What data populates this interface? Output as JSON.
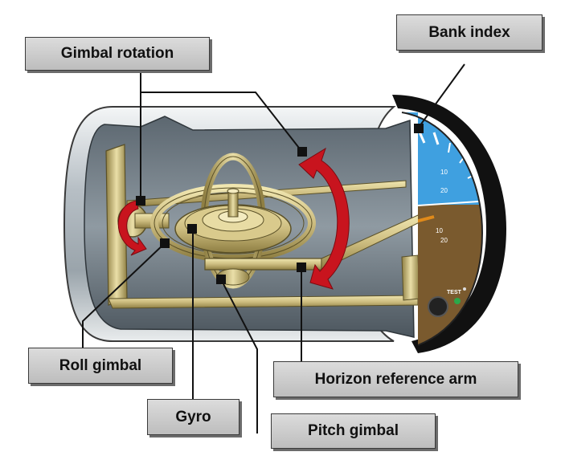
{
  "labels": {
    "gimbal_rotation": "Gimbal rotation",
    "bank_index": "Bank index",
    "roll_gimbal": "Roll gimbal",
    "gyro": "Gyro",
    "horizon_reference_arm": "Horizon reference arm",
    "pitch_gimbal": "Pitch gimbal"
  },
  "instrument_face": {
    "test_label": "TEST",
    "pitch_marks_upper": [
      "10",
      "20"
    ],
    "pitch_marks_lower": [
      "10",
      "20"
    ]
  },
  "colors": {
    "sky": "#3fa0e0",
    "ground": "#7a5a2e",
    "brass": "#cdbd80",
    "arrow": "#c8141e",
    "case_metal": "#8f9aa2",
    "bezel": "#111111"
  }
}
